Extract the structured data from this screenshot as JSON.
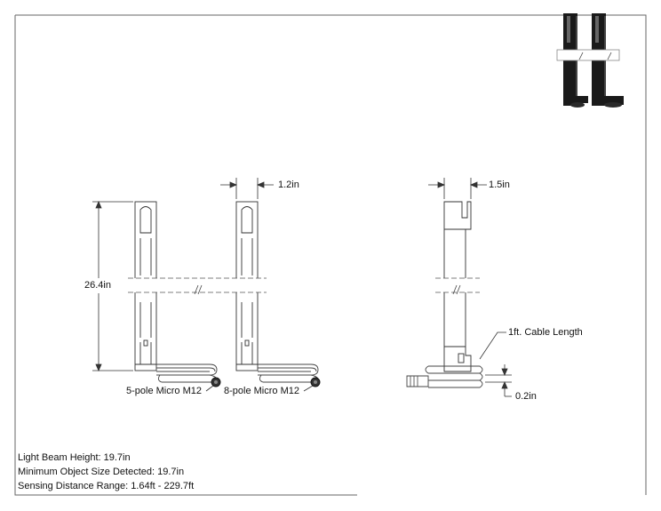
{
  "dimensions": {
    "front_width": "1.2in",
    "side_width": "1.5in",
    "height": "26.4in",
    "cable_offset": "0.2in"
  },
  "callouts": {
    "connector_5pole": "5-pole Micro M12",
    "connector_8pole": "8-pole Micro M12",
    "cable_length": "1ft. Cable Length"
  },
  "specs": [
    "Light Beam Height: 19.7in",
    "Minimum Object Size Detected: 19.7in",
    "Sensing Distance Range: 1.64ft - 229.7ft"
  ]
}
